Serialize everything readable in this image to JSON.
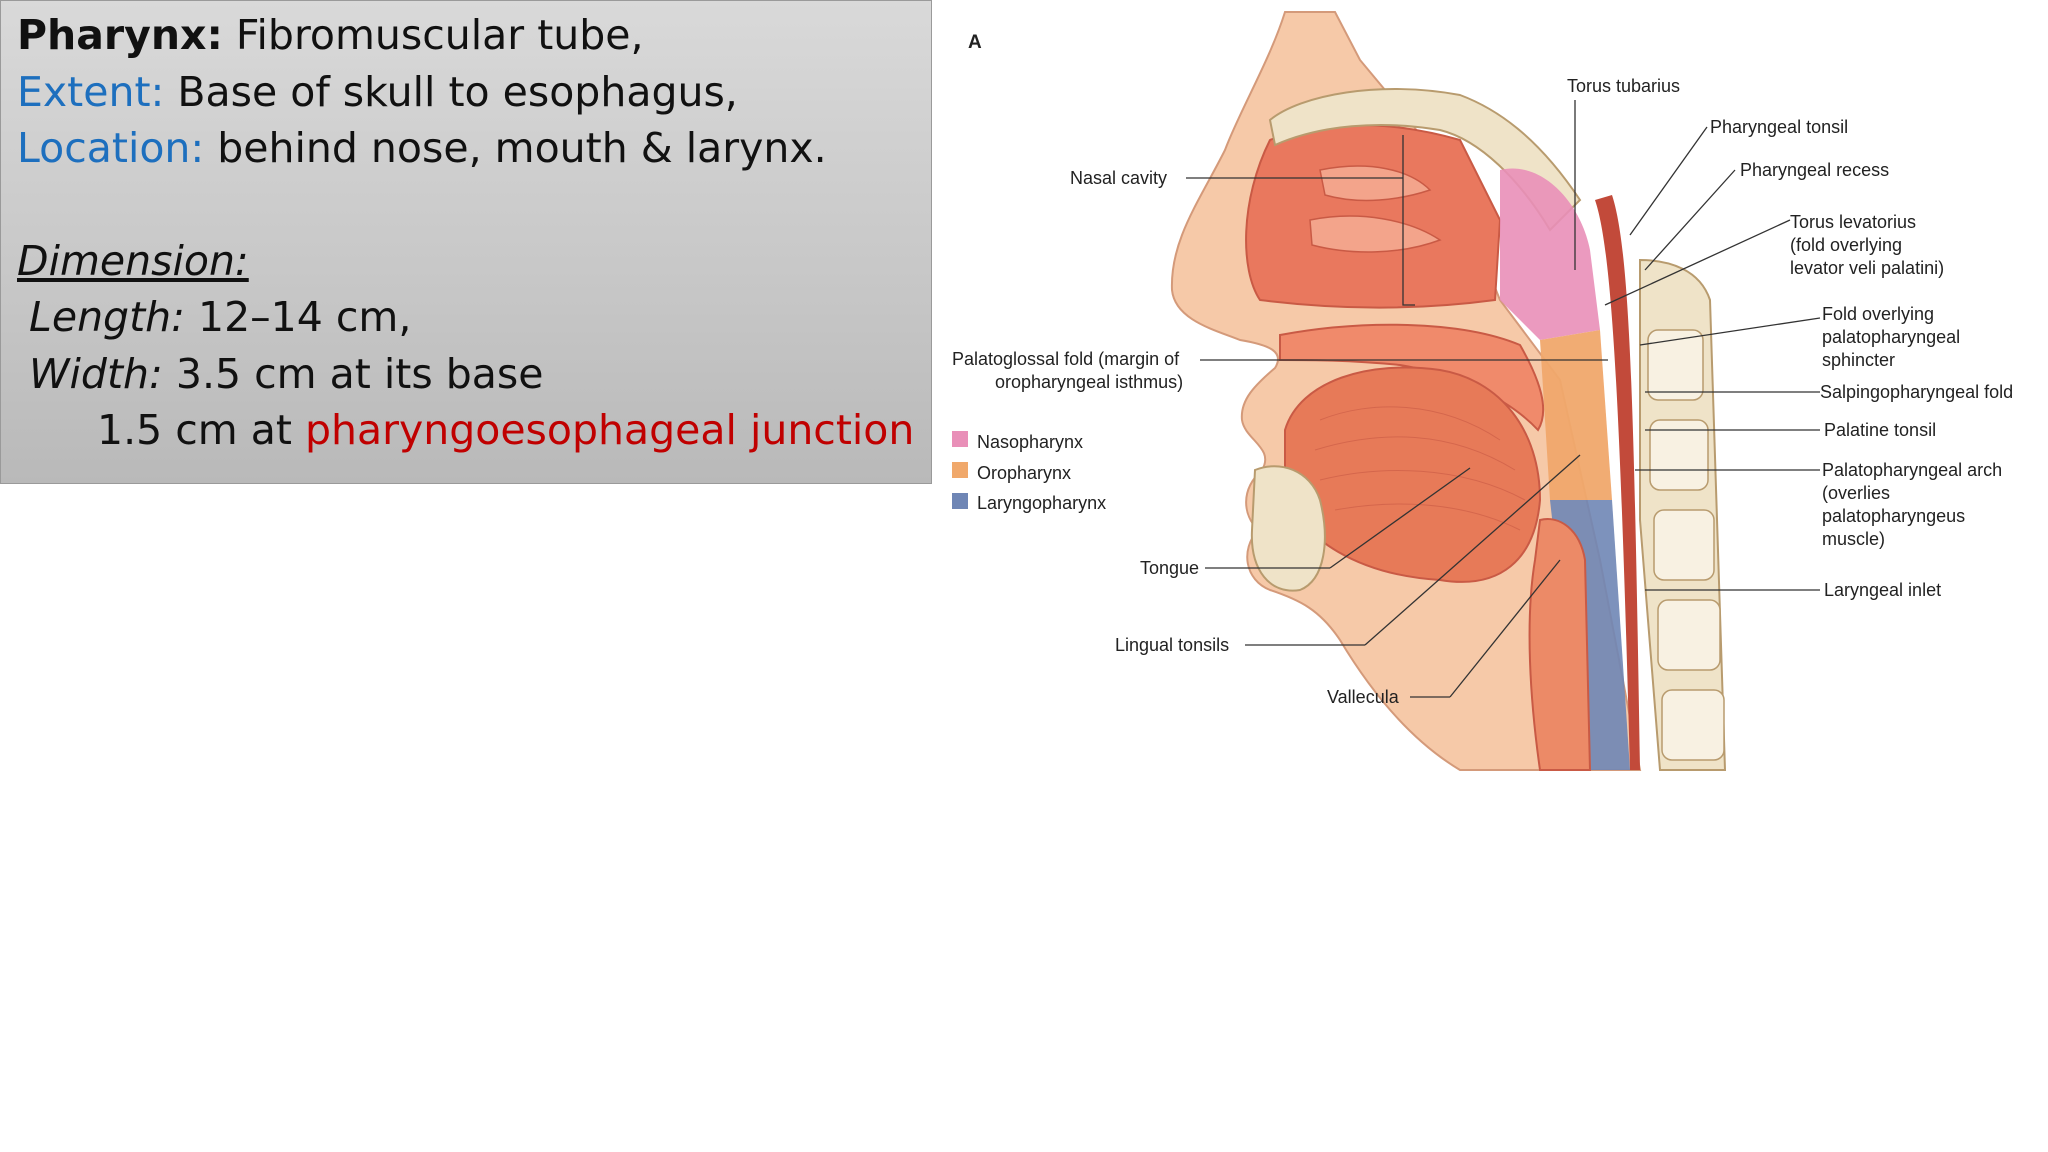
{
  "text_box": {
    "line1": {
      "label": "Pharynx:",
      "value": " Fibromuscular tube,"
    },
    "line2": {
      "label": "Extent:",
      "value": " Base of  skull to esophagus,"
    },
    "line3": {
      "label": "Location:",
      "value": " behind nose, mouth & larynx."
    },
    "dimension_heading": "Dimension:",
    "length": {
      "label": "Length:",
      "value": " 12–14 cm,"
    },
    "width": {
      "label": "Width:",
      "value": " 3.5 cm at its base"
    },
    "width2": {
      "prefix": "1.5 cm at ",
      "highlight": "pharyngoesophageal junction"
    }
  },
  "colors": {
    "blue_label": "#1d6fbe",
    "red_highlight": "#c00000",
    "nasopharynx": "#e98fb8",
    "oropharynx": "#f0a86b",
    "laryngopharynx": "#6f86b5"
  },
  "figure": {
    "panel_letter": "A",
    "labels": {
      "torus_tubarius": "Torus tubarius",
      "pharyngeal_tonsil": "Pharyngeal tonsil",
      "nasal_cavity": "Nasal cavity",
      "pharyngeal_recess": "Pharyngeal recess",
      "torus_levatorius_1": "Torus levatorius",
      "torus_levatorius_2": "(fold overlying",
      "torus_levatorius_3": "levator veli palatini)",
      "fold_overlying_1": "Fold overlying",
      "fold_overlying_2": "palatopharyngeal",
      "fold_overlying_3": "sphincter",
      "palatoglossal_1": "Palatoglossal fold (margin of",
      "palatoglossal_2": "oropharyngeal isthmus)",
      "salpingopharyngeal": "Salpingopharyngeal fold",
      "palatine_tonsil": "Palatine tonsil",
      "palatopharyngeal_arch_1": "Palatopharyngeal arch",
      "palatopharyngeal_arch_2": "(overlies",
      "palatopharyngeal_arch_3": "palatopharyngeus",
      "palatopharyngeal_arch_4": "muscle)",
      "tongue": "Tongue",
      "laryngeal_inlet": "Laryngeal inlet",
      "lingual_tonsils": "Lingual tonsils",
      "vallecula": "Vallecula"
    },
    "legend": [
      {
        "label": "Nasopharynx"
      },
      {
        "label": "Oropharynx"
      },
      {
        "label": "Laryngopharynx"
      }
    ]
  }
}
